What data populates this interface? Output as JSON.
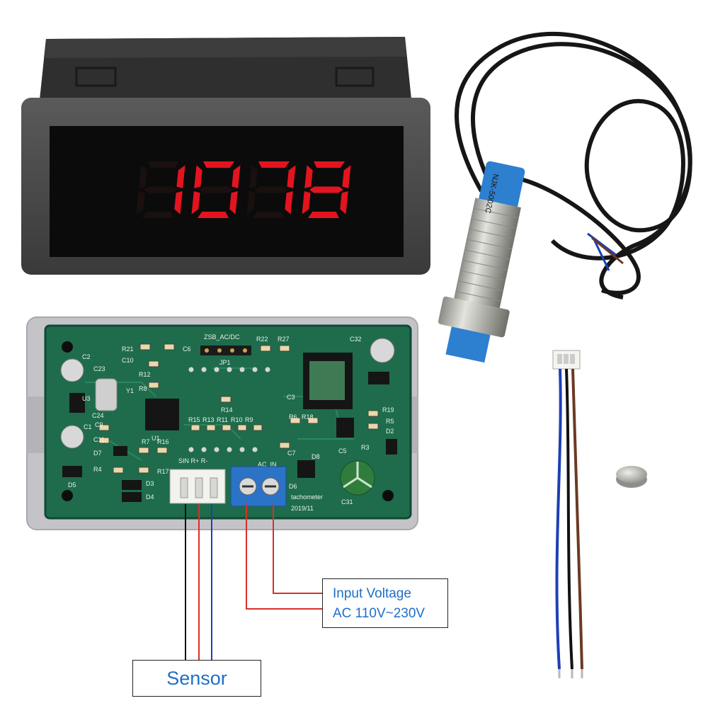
{
  "display": {
    "reading": "1078",
    "digit_color": "#e3141f"
  },
  "board": {
    "header_label": "ZSB_AC/DC",
    "jumper_label": "JP1",
    "connector_label": "SIN R+ R-",
    "ac_label": "AC_IN",
    "brand_label": "tachometer",
    "date_label": "2019/11",
    "sensor_marking": "NJK-5002C",
    "components": [
      "R21",
      "C6",
      "C10",
      "R12",
      "R8",
      "C23",
      "C24",
      "U3",
      "C9",
      "C11",
      "C1",
      "C2",
      "D7",
      "R4",
      "D5",
      "R15",
      "R13",
      "R11",
      "R10",
      "R9",
      "R7",
      "R16",
      "R17",
      "D3",
      "D4",
      "R14",
      "Y1",
      "U1",
      "R22",
      "R27",
      "C32",
      "C3",
      "R6",
      "R18",
      "R19",
      "R5",
      "D2",
      "R3",
      "C5",
      "C7",
      "D8",
      "D6",
      "C31"
    ]
  },
  "labels": {
    "input_voltage_line1": "Input Voltage",
    "input_voltage_line2": "AC 110V~230V",
    "sensor": "Sensor"
  },
  "colors": {
    "callout_text": "#1f6fc7",
    "wire_red": "#d9302a",
    "wire_blue": "#1d3fb5",
    "wire_brown": "#6b3a22"
  }
}
